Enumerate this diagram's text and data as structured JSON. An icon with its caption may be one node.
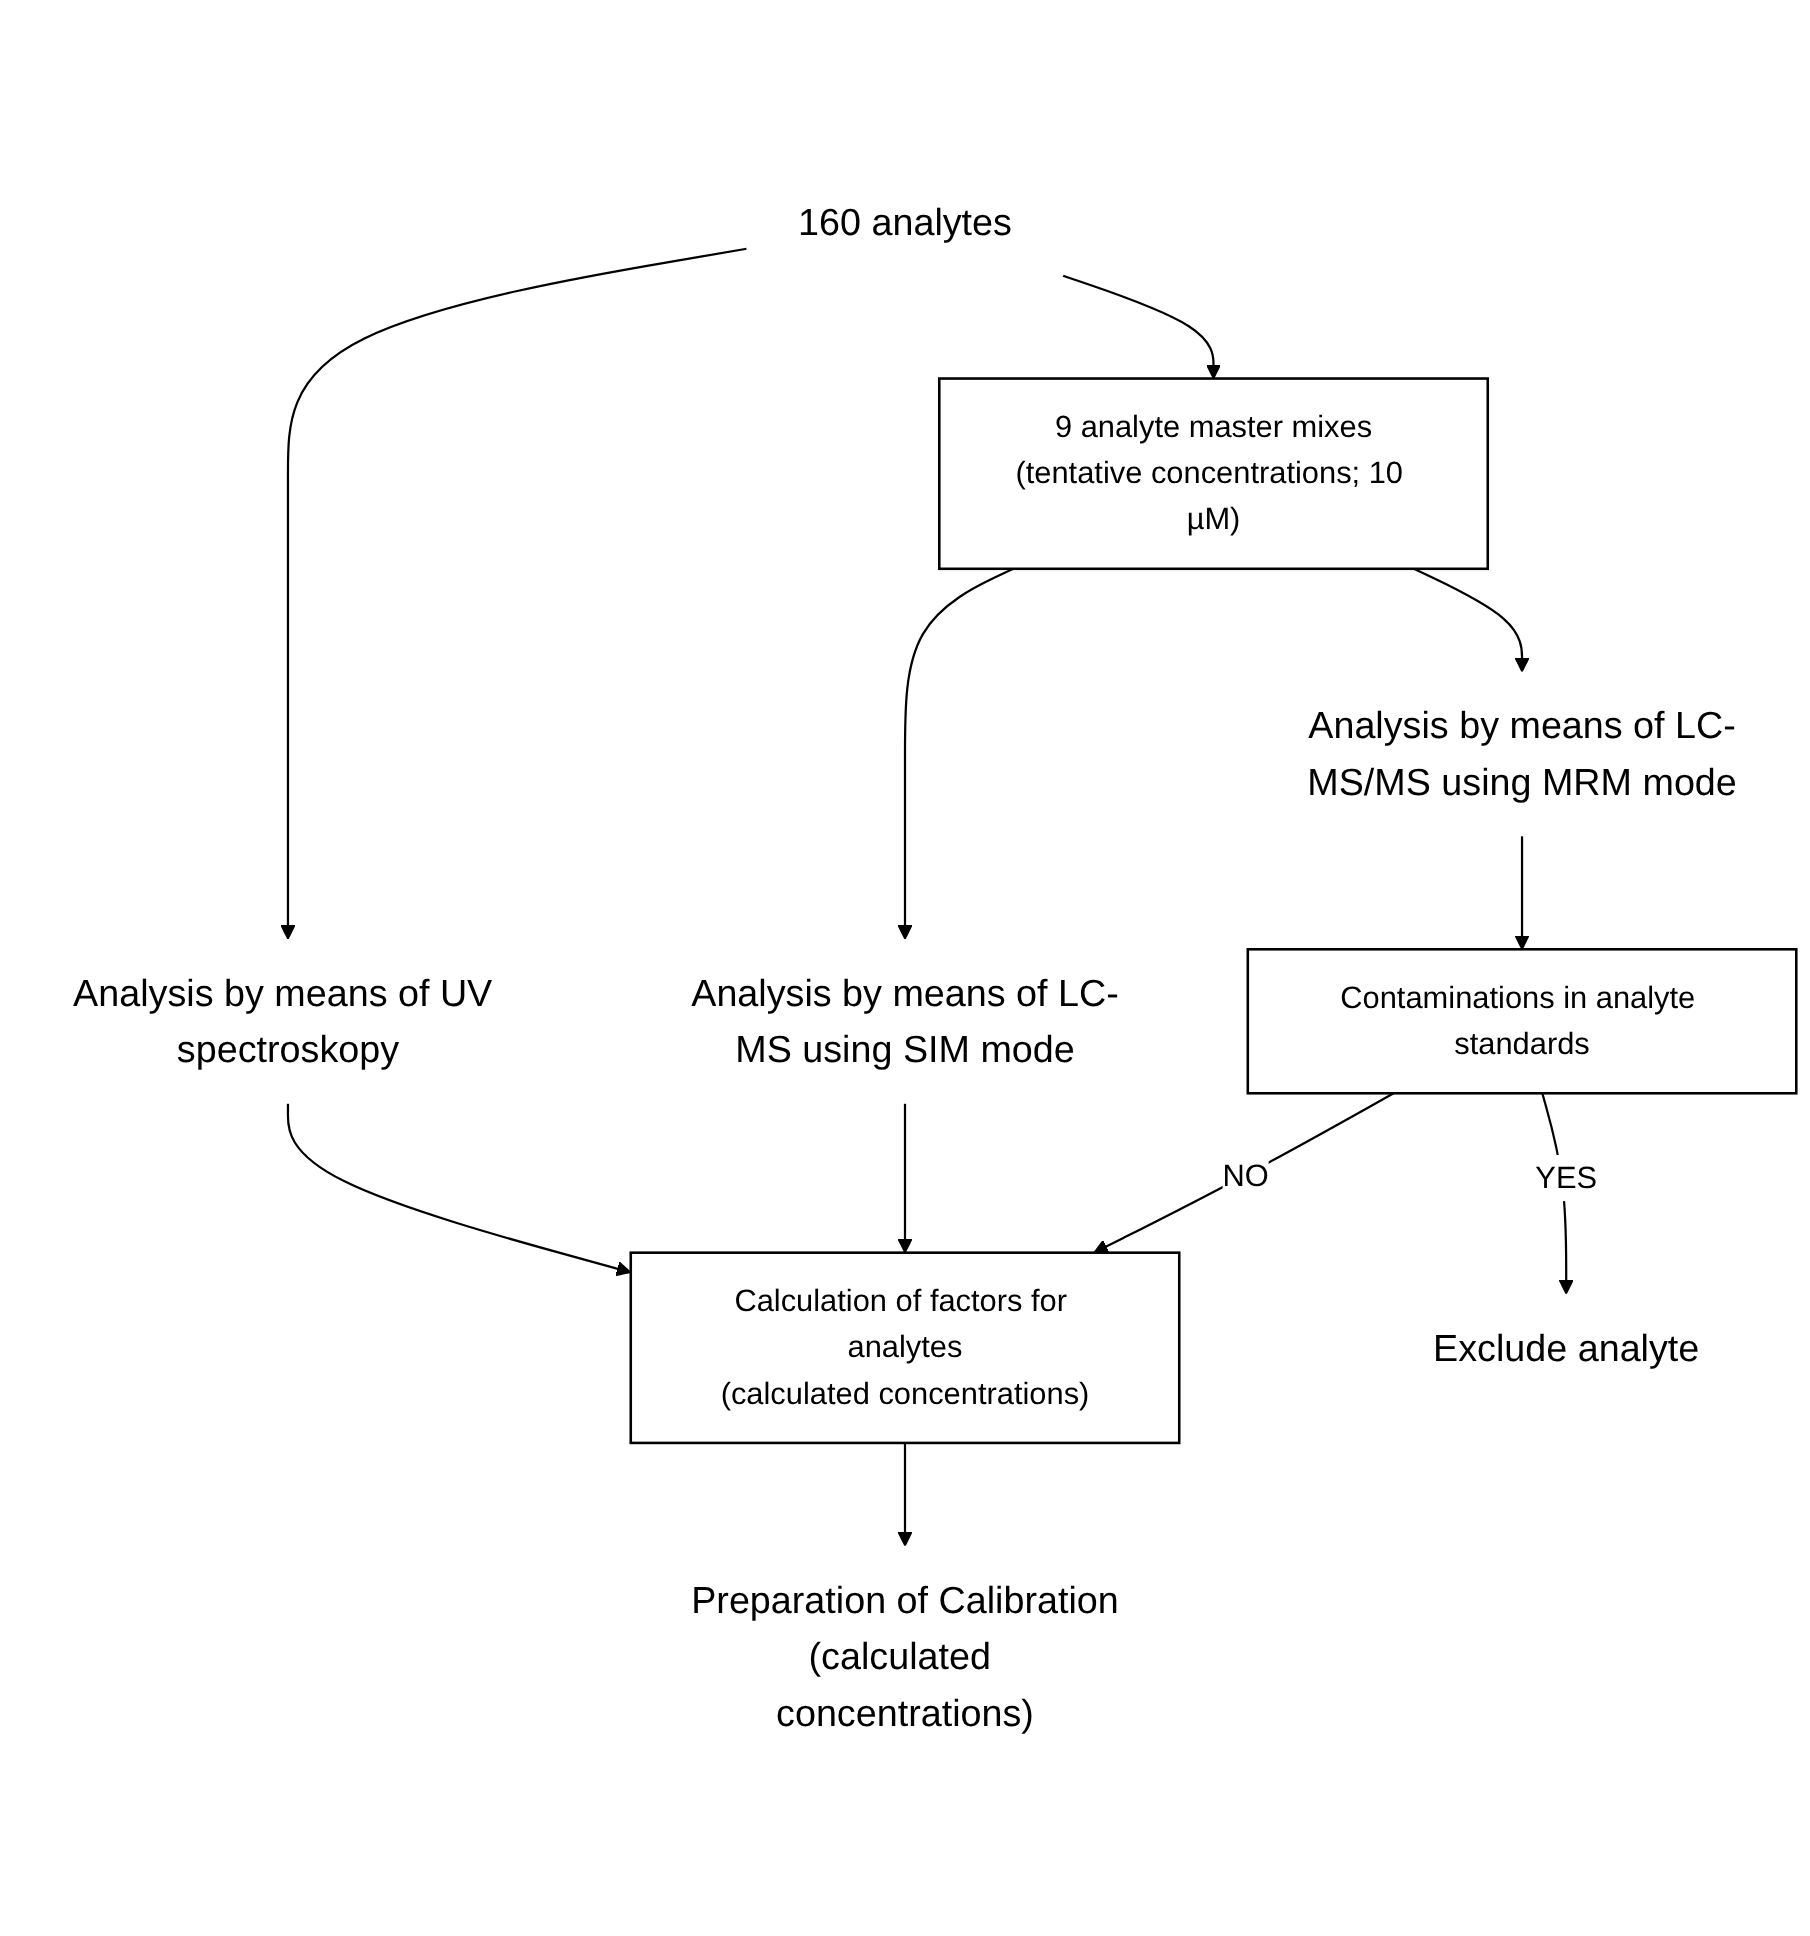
{
  "diagram": {
    "nodes": [
      {
        "text": [
          "160 analytes"
        ]
      },
      {
        "text": [
          "9 analyte master mixes",
          "(tentative concentrations; 10 µM)"
        ]
      },
      {
        "text": [
          "Analysis by means of UV spectroskopy"
        ]
      },
      {
        "text": [
          "Analysis by means of LC-MS using SIM mode"
        ]
      },
      {
        "text": [
          "Analysis by means of LC-MS/MS using MRM mode"
        ]
      },
      {
        "text": [
          "Calculation of factors for analytes",
          "(calculated concentrations)"
        ]
      },
      {
        "text": [
          "Contaminations in analyte standards"
        ]
      },
      {
        "text": [
          "Preparation of Calibration",
          "(calculated concentrations)"
        ]
      },
      {
        "text": [
          "Exclude analyte"
        ]
      }
    ],
    "edges": [
      {
        "from": 0,
        "to": 2,
        "arrow": "to"
      },
      {
        "from": 0,
        "to": 1,
        "arrow": "to"
      },
      {
        "from": 1,
        "to": 3,
        "arrow": "to"
      },
      {
        "from": 1,
        "to": 4,
        "arrow": "to"
      },
      {
        "from": 2,
        "to": 5,
        "arrow": "to"
      },
      {
        "from": 3,
        "to": 5,
        "arrow": "to"
      },
      {
        "from": 4,
        "to": 6,
        "arrow": "to"
      },
      {
        "from": 6,
        "to": 5,
        "arrow": "to",
        "label": "NO"
      },
      {
        "from": 6,
        "to": 8,
        "arrow": "to",
        "label": "YES"
      },
      {
        "from": 5,
        "to": 7,
        "arrow": "to"
      }
    ]
  }
}
